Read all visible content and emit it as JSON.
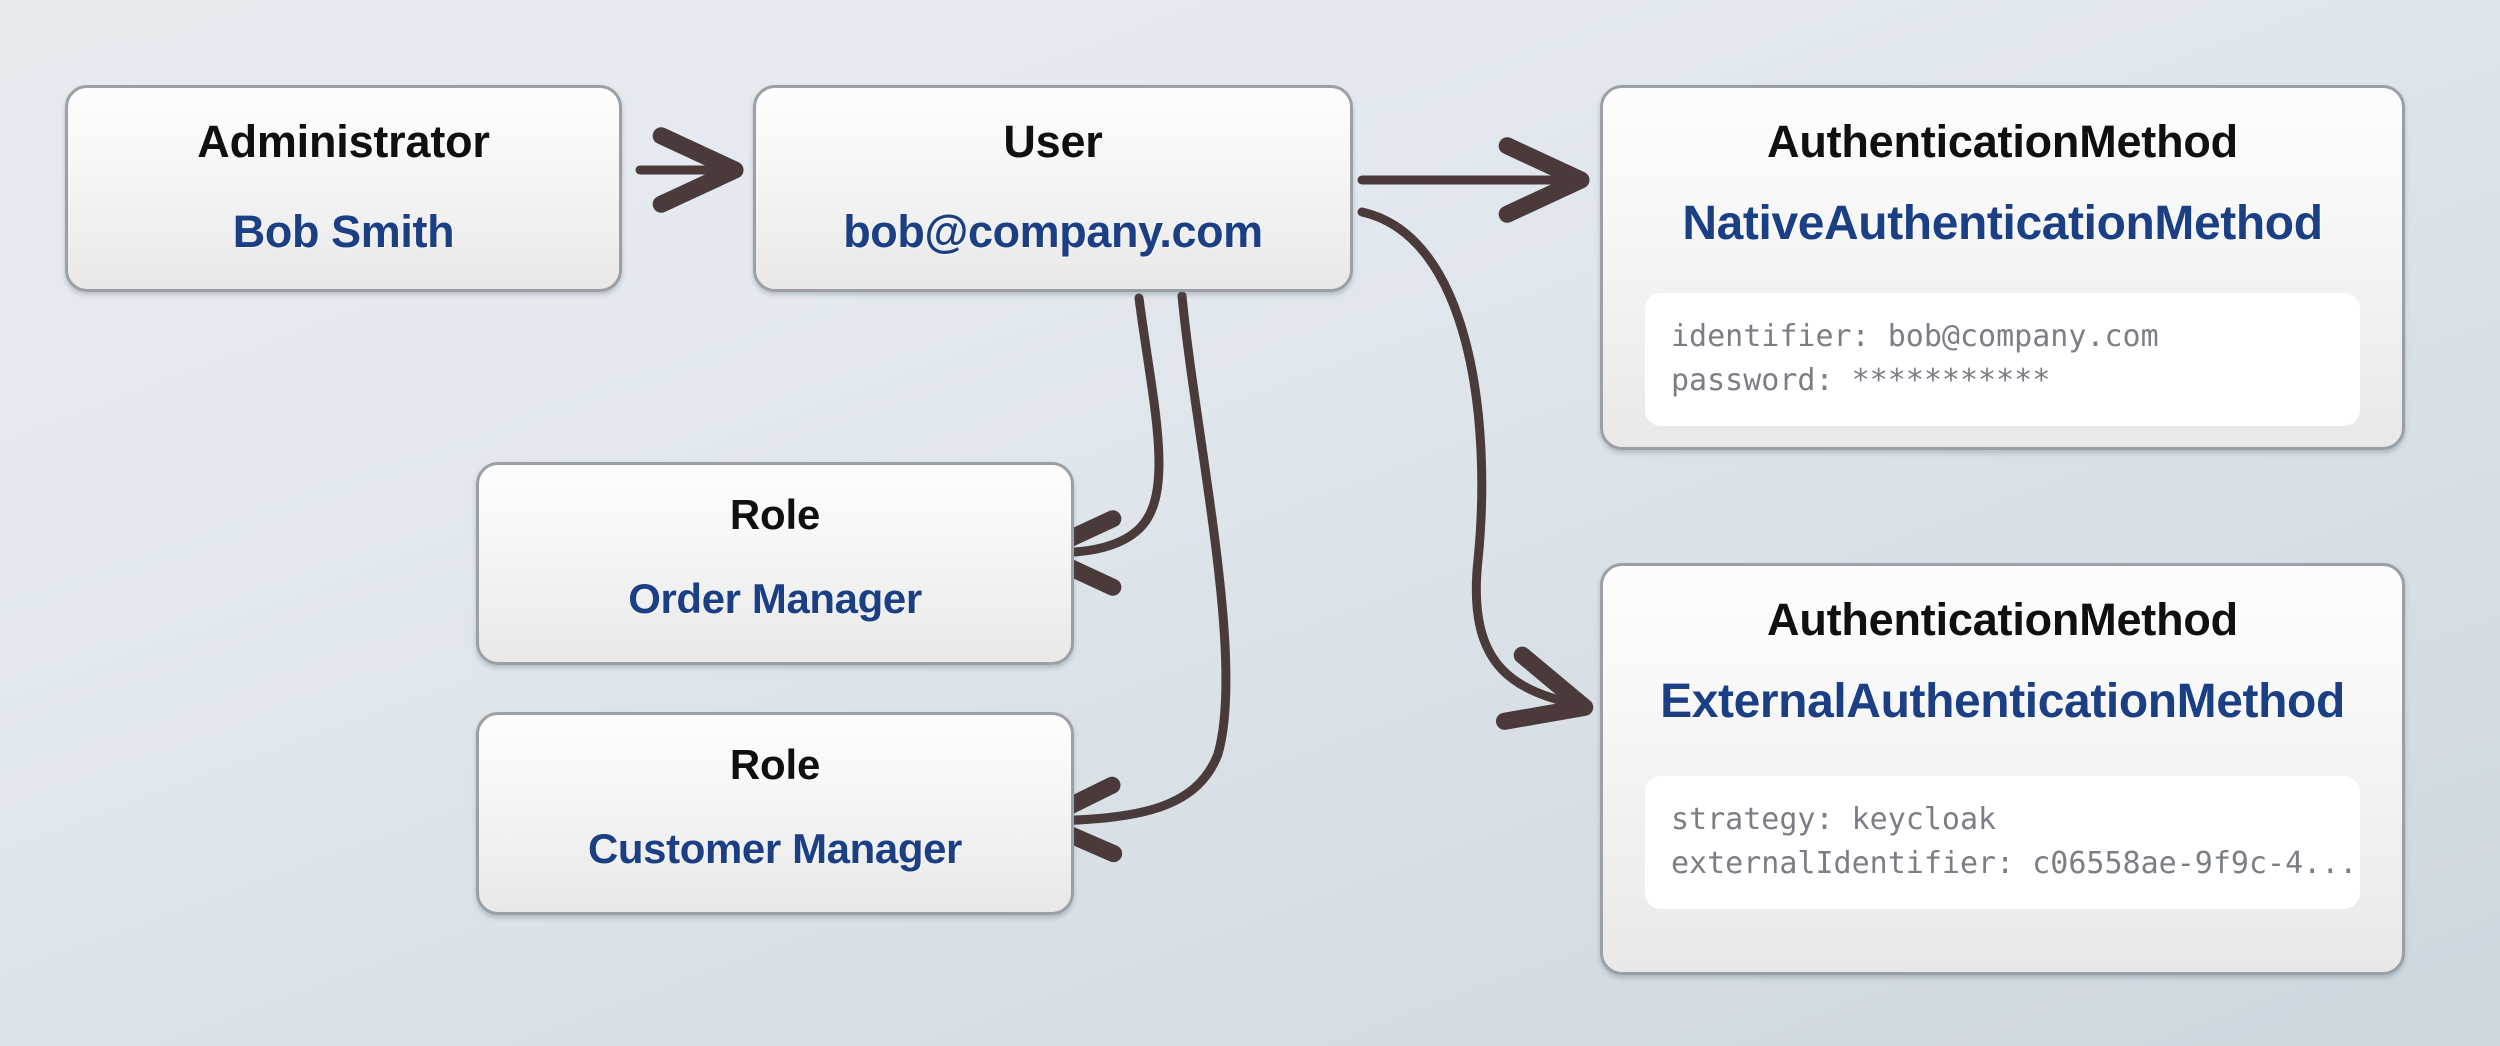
{
  "theme": {
    "background_top": "#e6ebf0",
    "background_bottom": "#ccd7de",
    "node_border": "#9aa0a6",
    "type_text_color": "#101010",
    "label_text_color": "#1b3f84",
    "edge_color": "#4a3a3a",
    "property_text_color": "#7b7f85"
  },
  "nodes": {
    "administrator": {
      "type": "Administrator",
      "label": "Bob Smith"
    },
    "user": {
      "type": "User",
      "label": "bob@company.com"
    },
    "role_order": {
      "type": "Role",
      "label": "Order Manager"
    },
    "role_customer": {
      "type": "Role",
      "label": "Customer Manager"
    },
    "auth_native": {
      "type": "AuthenticationMethod",
      "label": "NativeAuthenticationMethod",
      "properties": [
        "identifier: bob@company.com",
        "password: ***********"
      ]
    },
    "auth_external": {
      "type": "AuthenticationMethod",
      "label": "ExternalAuthenticationMethod",
      "properties": [
        "strategy: keycloak",
        "externalIdentifier: c06558ae-9f9c-4..."
      ]
    }
  },
  "edges": [
    {
      "name": "administrator-to-user",
      "from": "administrator",
      "to": "user",
      "style": "straight"
    },
    {
      "name": "user-to-native-auth",
      "from": "user",
      "to": "auth_native",
      "style": "straight"
    },
    {
      "name": "user-to-external-auth",
      "from": "user",
      "to": "auth_external",
      "style": "curved"
    },
    {
      "name": "user-to-role-order",
      "from": "user",
      "to": "role_order",
      "style": "curved"
    },
    {
      "name": "user-to-role-customer",
      "from": "user",
      "to": "role_customer",
      "style": "curved"
    }
  ]
}
